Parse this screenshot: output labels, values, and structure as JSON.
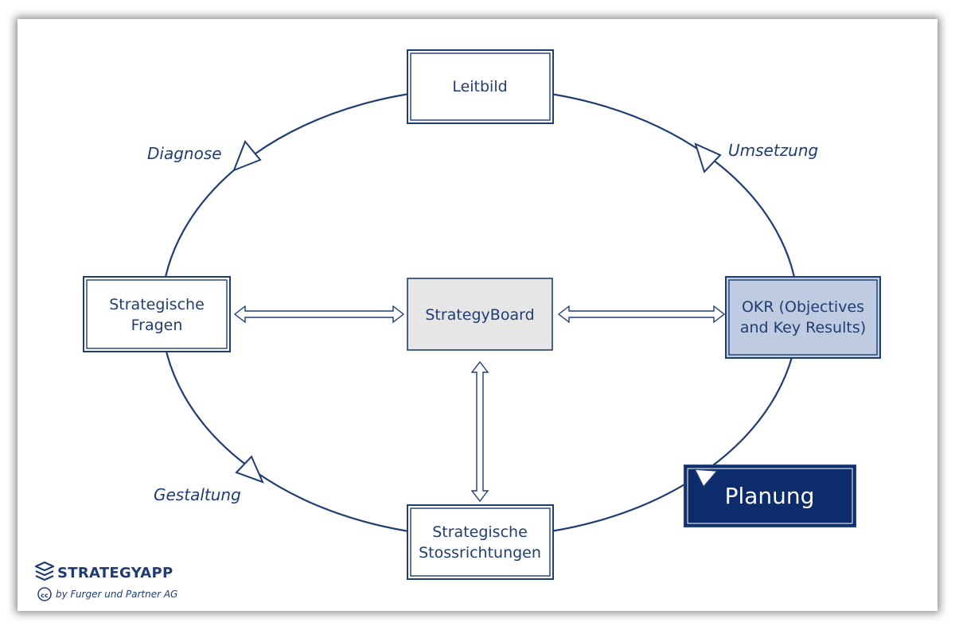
{
  "colors": {
    "line": "#1f3d73",
    "center_fill": "#e6e6e6",
    "okr_fill": "#bfcbe0",
    "planung_fill": "#0c2c6b"
  },
  "nodes": {
    "leitbild": "Leitbild",
    "fragen_line1": "Strategische",
    "fragen_line2": "Fragen",
    "center": "StrategyBoard",
    "okr_line1": "OKR (Objectives",
    "okr_line2": "and Key Results)",
    "stoss_line1": "Strategische",
    "stoss_line2": "Stossrichtungen",
    "planung": "Planung"
  },
  "phases": {
    "diagnose": "Diagnose",
    "umsetzung": "Umsetzung",
    "gestaltung": "Gestaltung"
  },
  "brand": {
    "logo_icon": "layers-icon",
    "name": "STRATEGYAPP",
    "license_icon": "cc-icon",
    "credit": "by Furger und Partner AG"
  }
}
